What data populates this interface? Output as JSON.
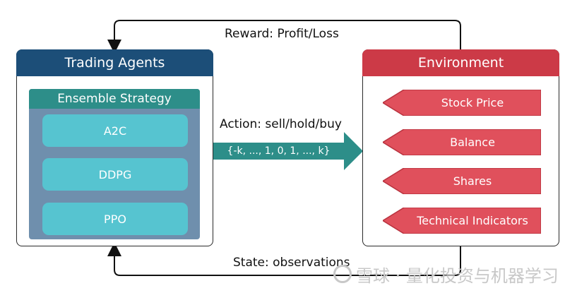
{
  "reward_label": "Reward: Profit/Loss",
  "state_label": "State: observations",
  "action": {
    "label": "Action: sell/hold/buy",
    "values": "{-k, ..., 1, 0, 1, ..., k}"
  },
  "agents": {
    "title": "Trading Agents",
    "ensemble": {
      "title": "Ensemble Strategy",
      "algorithms": [
        "A2C",
        "DDPG",
        "PPO"
      ]
    }
  },
  "environment": {
    "title": "Environment",
    "inputs": [
      "Stock Price",
      "Balance",
      "Shares",
      "Technical Indicators"
    ]
  },
  "watermark": "雪球 · 量化投资与机器学习",
  "colors": {
    "agents_header": "#1c4e78",
    "environment_header": "#cc3a47",
    "ensemble_header": "#2d8e89",
    "ensemble_body": "#6f8fad",
    "algorithm_fill": "#56c4d0",
    "input_fill": "#e0505c",
    "action_arrow": "#2d8e89"
  }
}
